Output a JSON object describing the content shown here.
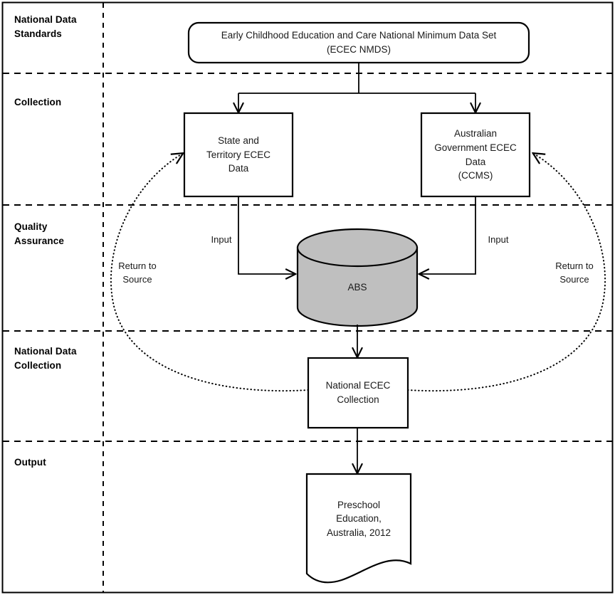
{
  "diagram": {
    "title": "ECEC National Minimum Data Set collection flowchart",
    "colors": {
      "line": "#000000",
      "cylinder_fill": "#bfbfbf",
      "text": "#1a1a1a",
      "background": "#ffffff"
    }
  },
  "lanes": [
    {
      "id": "national-data-standards",
      "label": "National Data\nStandards"
    },
    {
      "id": "collection",
      "label": "Collection"
    },
    {
      "id": "quality-assurance",
      "label": "Quality\nAssurance"
    },
    {
      "id": "national-data-collection",
      "label": "National Data\nCollection"
    },
    {
      "id": "output",
      "label": "Output"
    }
  ],
  "nodes": {
    "nmds": {
      "label": "Early Childhood Education and Care National Minimum Data Set\n(ECEC NMDS)",
      "shape": "rounded-rectangle"
    },
    "state_territory": {
      "label": "State and\nTerritory ECEC\nData",
      "shape": "rectangle"
    },
    "australian_government": {
      "label": "Australian\nGovernment ECEC\nData\n(CCMS)",
      "shape": "rectangle"
    },
    "abs": {
      "label": "ABS",
      "shape": "cylinder"
    },
    "national_collection": {
      "label": "National ECEC\nCollection",
      "shape": "rectangle"
    },
    "output_document": {
      "label": "Preschool\nEducation,\nAustralia, 2012",
      "shape": "document"
    }
  },
  "edge_labels": {
    "input_left": "Input",
    "input_right": "Input",
    "return_left": "Return to\nSource",
    "return_right": "Return to\nSource"
  }
}
